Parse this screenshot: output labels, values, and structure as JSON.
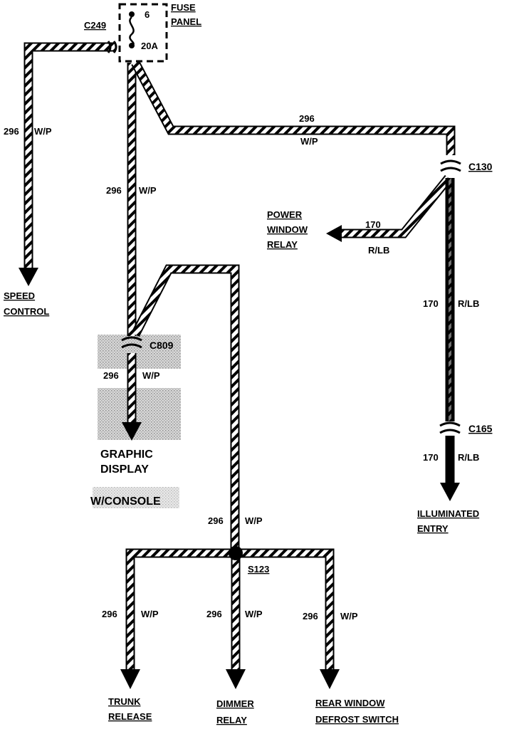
{
  "fuse_panel": {
    "title_line1": "FUSE",
    "title_line2": "PANEL",
    "fuse_number": "6",
    "fuse_rating": "20A"
  },
  "connectors": {
    "c249": "C249",
    "c130": "C130",
    "c809": "C809",
    "c165": "C165",
    "s123": "S123"
  },
  "wires": {
    "speed_control": {
      "circuit": "296",
      "color": "W/P"
    },
    "main_down": {
      "circuit": "296",
      "color": "W/P"
    },
    "top_right": {
      "circuit": "296",
      "color": "W/P"
    },
    "power_window": {
      "circuit": "170",
      "color": "R/LB"
    },
    "c130_c165": {
      "circuit": "170",
      "color": "R/LB"
    },
    "illuminated": {
      "circuit": "170",
      "color": "R/LB"
    },
    "graphic": {
      "circuit": "296",
      "color": "W/P"
    },
    "middle_down": {
      "circuit": "296",
      "color": "W/P"
    },
    "trunk": {
      "circuit": "296",
      "color": "W/P"
    },
    "dimmer": {
      "circuit": "296",
      "color": "W/P"
    },
    "rear_window": {
      "circuit": "296",
      "color": "W/P"
    }
  },
  "destinations": {
    "speed_control": [
      "SPEED",
      "CONTROL"
    ],
    "power_window_relay": [
      "POWER",
      "WINDOW",
      "RELAY"
    ],
    "graphic_display": [
      "GRAPHIC",
      "DISPLAY"
    ],
    "w_console": "W/CONSOLE",
    "illuminated_entry": [
      "ILLUMINATED",
      "ENTRY"
    ],
    "trunk_release": [
      "TRUNK",
      "RELEASE"
    ],
    "dimmer_relay": [
      "DIMMER",
      "RELAY"
    ],
    "rear_window_defrost": [
      "REAR WINDOW",
      "DEFROST SWITCH"
    ]
  },
  "colors": {
    "wire_outline": "#000000",
    "wire_stripe": "#000000",
    "wire_fill": "#ffffff",
    "shade": "#c8c8c8"
  }
}
